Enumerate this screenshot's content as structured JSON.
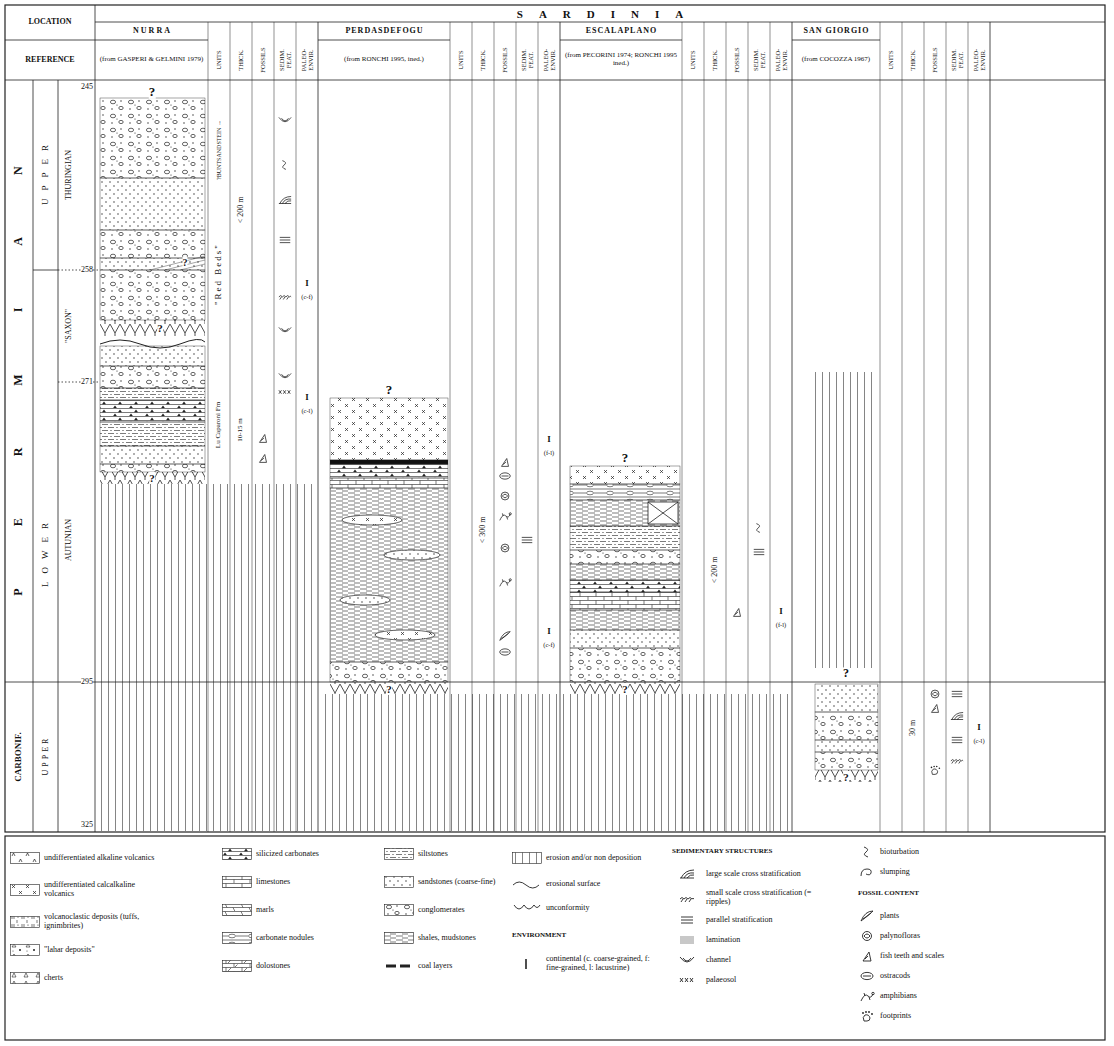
{
  "diagram": {
    "title": "SARDINIA",
    "labels": [
      "LOCATION",
      "NURRA",
      "PERDASDEFOGU",
      "ESCALAPLANO",
      "SAN GIORGIO",
      "REFERENCE",
      "(from GASPERI & GELMINI 1979)",
      "UNITS",
      "THICK.",
      "FOSSILS",
      "SEDIM. FEAT.",
      "PALEO-ENVIR.",
      "(from RONCHI 1995, ined.)",
      "UNITS",
      "THICK.",
      "FOSSILS",
      "SEDIM. FEAT.",
      "PALEO-ENVIR.",
      "(from PECORINI 1974; RONCHI 1995 ined.)",
      "UNITS",
      "THICK.",
      "FOSSILS",
      "SEDIM. FEAT.",
      "PALEO-ENVIR.",
      "(from COCOZZA 1967)",
      "UNITS",
      "THICK.",
      "FOSSILS",
      "SEDIM. FEAT.",
      "PALEO-ENVIR.",
      "245",
      "258",
      "271",
      "295",
      "325",
      "PERMIAN",
      "UPPER",
      "LOWER",
      "THURINGIAN",
      "\"SAXON\"",
      "AUTUNIAN",
      "CARBONIF.",
      "UPPER",
      "?",
      "?",
      "?",
      "?",
      "\"Red Beds\"",
      "?BUNTSANDSTEIN →",
      "< 200 m",
      "I",
      "(c-f)",
      "Lu Caparoni Fm",
      "10-15 m",
      "I",
      "(c-l)",
      "?",
      "?",
      "< 300 m",
      "I",
      "(f-l)",
      "I",
      "(c-f)",
      "?",
      "?",
      "< 200 m",
      "I",
      "(f-l)",
      "?",
      "?",
      "30 m",
      "I",
      "(c-l)",
      "ENVIRONMENT",
      "SEDIMENTARY STRUCTURES",
      "FOSSIL CONTENT"
    ],
    "legend": [
      {
        "text": "undifferentiated alkaline volcanics"
      },
      {
        "text": "undifferentiated calcalkaline volcanics"
      },
      {
        "text": "volcanoclastic deposits (tuffs, ignimbrites)"
      },
      {
        "text": "\"lahar deposits\""
      },
      {
        "text": "cherts"
      },
      {
        "text": "silicized carbonates"
      },
      {
        "text": "limestones"
      },
      {
        "text": "marls"
      },
      {
        "text": "carbonate nodules"
      },
      {
        "text": "dolostones"
      },
      {
        "text": "siltstones"
      },
      {
        "text": "sandstones (coarse-fine)"
      },
      {
        "text": "conglomerates"
      },
      {
        "text": "shales, mudstones"
      },
      {
        "text": "coal layers"
      },
      {
        "text": "erosion and/or non deposition"
      },
      {
        "text": "erosional surface"
      },
      {
        "text": "unconformity"
      },
      {
        "text": "continental (c. coarse-grained, f: fine-grained, l: lacustrine)"
      },
      {
        "text": "large scale cross stratification"
      },
      {
        "text": "small scale cross stratification (= ripples)"
      },
      {
        "text": "parallel stratification"
      },
      {
        "text": "lamination"
      },
      {
        "text": "channel"
      },
      {
        "text": "palaeosol"
      },
      {
        "text": "bioturbation"
      },
      {
        "text": "slumping"
      },
      {
        "text": "plants"
      },
      {
        "text": "palynofloras"
      },
      {
        "text": "fish teeth and scales"
      },
      {
        "text": "ostracods"
      },
      {
        "text": "amphibians"
      },
      {
        "text": "footprints"
      }
    ]
  }
}
